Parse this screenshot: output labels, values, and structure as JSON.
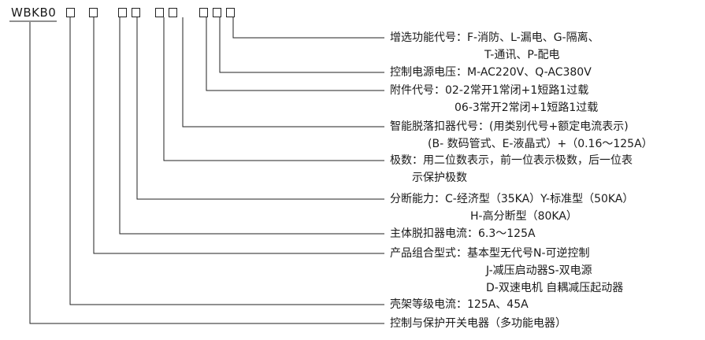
{
  "model_code": "WBKB0",
  "field_labels": [
    {
      "lines": [
        "增选功能代号：F-消防、L-漏电、G-隔离、",
        "T-通讯、P-配电"
      ]
    },
    {
      "lines": [
        "控制电源电压：M-AC220V、Q-AC380V"
      ]
    },
    {
      "lines": [
        "附件代号：02-2常开1常闭+1短路1过载",
        "06-3常开2常闭+1短路1过载"
      ]
    },
    {
      "lines": [
        "智能脱落扣器代号：(用类别代号+额定电流表示)",
        "(B- 数码管式、E-液晶式）+（0.16～125A）"
      ]
    },
    {
      "lines": [
        "极数：用二位数表示，前一位表示极数，后一位表",
        "示保护极数"
      ]
    },
    {
      "lines": [
        "分断能力：C-经济型（35KA）Y-标准型（50KA）",
        "H-高分断型（80KA）"
      ]
    },
    {
      "lines": [
        "主体脱扣器电流：6.3～125A"
      ]
    },
    {
      "lines": [
        "产品组合型式：基本型无代号N-可逆控制",
        "J-减压启动器S-双电源",
        "D-双速电机 自耦减压起动器"
      ]
    },
    {
      "lines": [
        "壳架等级电流：125A、45A"
      ]
    },
    {
      "lines": [
        "控制与保护开关电器（多功能电器）"
      ]
    }
  ]
}
